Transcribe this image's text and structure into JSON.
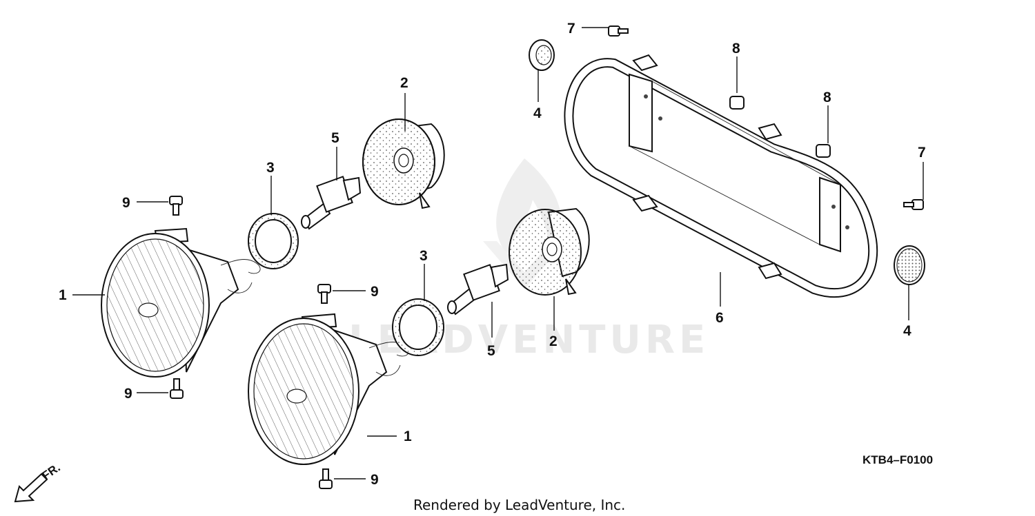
{
  "diagram": {
    "drawing_code": "KTB4–F0100",
    "watermark": "LEADVENTURE",
    "footer": "Rendered by LeadVenture, Inc.",
    "direction_label": "FR.",
    "callouts": [
      {
        "id": "c1a",
        "label": "1"
      },
      {
        "id": "c1b",
        "label": "1"
      },
      {
        "id": "c2a",
        "label": "2"
      },
      {
        "id": "c2b",
        "label": "2"
      },
      {
        "id": "c3a",
        "label": "3"
      },
      {
        "id": "c3b",
        "label": "3"
      },
      {
        "id": "c4a",
        "label": "4"
      },
      {
        "id": "c4b",
        "label": "4"
      },
      {
        "id": "c5a",
        "label": "5"
      },
      {
        "id": "c5b",
        "label": "5"
      },
      {
        "id": "c6",
        "label": "6"
      },
      {
        "id": "c7a",
        "label": "7"
      },
      {
        "id": "c7b",
        "label": "7"
      },
      {
        "id": "c8a",
        "label": "8"
      },
      {
        "id": "c8b",
        "label": "8"
      },
      {
        "id": "c9a",
        "label": "9"
      },
      {
        "id": "c9b",
        "label": "9"
      },
      {
        "id": "c9c",
        "label": "9"
      },
      {
        "id": "c9d",
        "label": "9"
      }
    ]
  }
}
